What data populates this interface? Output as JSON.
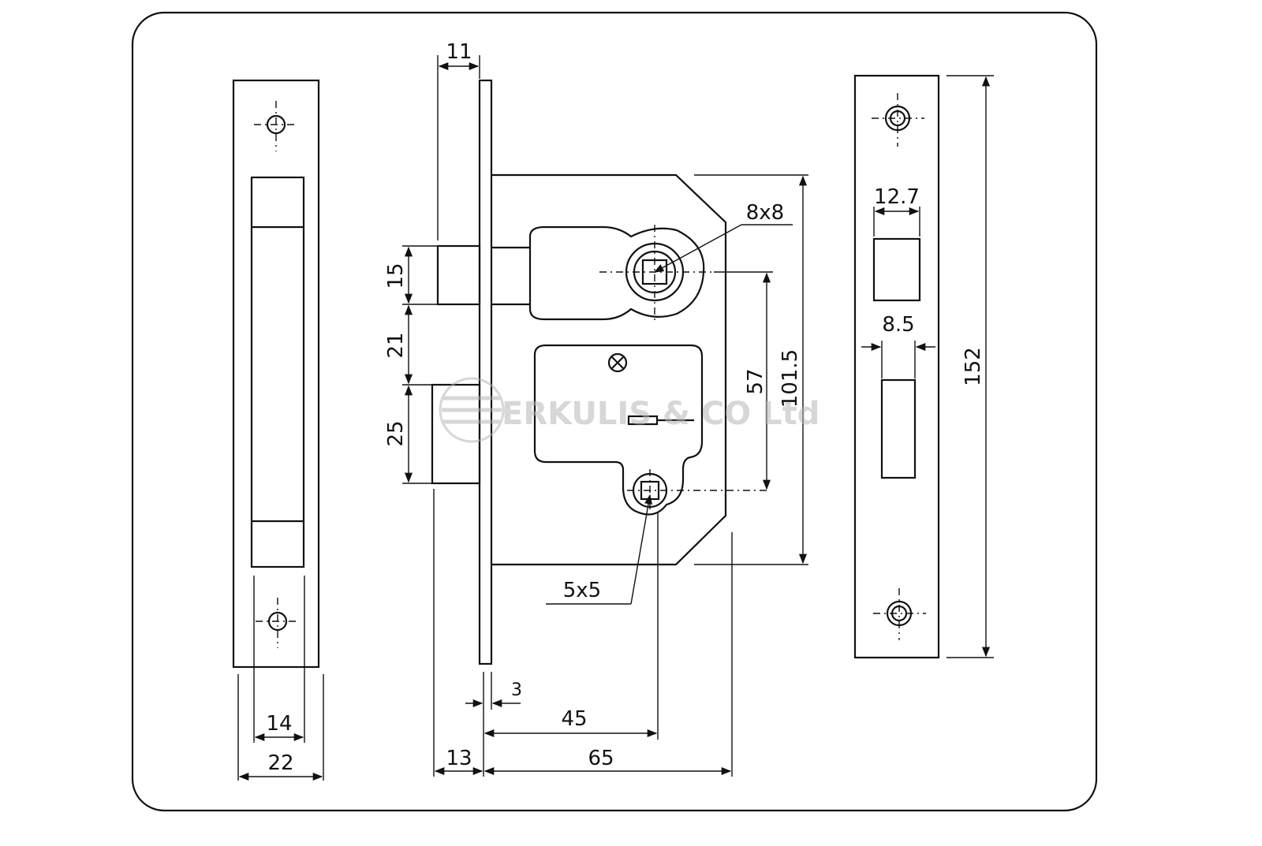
{
  "labels": {
    "faceplate_top": "11",
    "latch_height": "15",
    "latch_to_bolt": "21",
    "bolt_height": "25",
    "follower": "8x8",
    "key_centres": "57",
    "case_height": "101.5",
    "key_hole": "5x5",
    "plate_thickness": "3",
    "backset_key": "45",
    "backset": "65",
    "faceplate_offset": "13",
    "strike_inner_width": "14",
    "strike_outer_width": "22",
    "latch_slot_width": "12.7",
    "bolt_slot_width": "8.5",
    "faceplate_length": "152"
  },
  "watermark": "ERKULIS & CO Ltd"
}
